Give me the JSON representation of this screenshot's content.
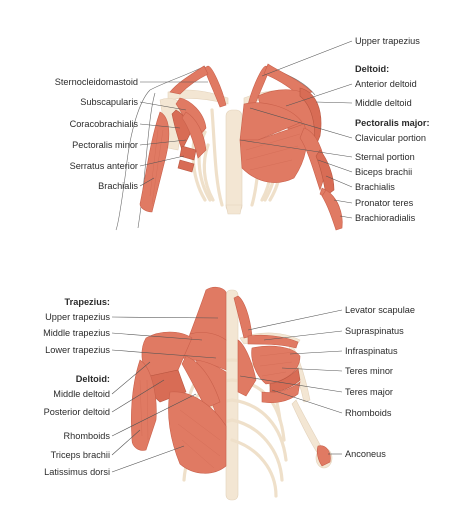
{
  "anterior": {
    "left": {
      "sternocleidomastoid": "Sternocleidomastoid",
      "subscapularis": "Subscapularis",
      "coracobrachialis": "Coracobrachialis",
      "pectoralis_minor": "Pectoralis minor",
      "serratus_anterior": "Serratus anterior",
      "brachialis": "Brachialis"
    },
    "right": {
      "upper_trapezius": "Upper trapezius",
      "deltoid_heading": "Deltoid:",
      "anterior_deltoid": "Anterior deltoid",
      "middle_deltoid": "Middle deltoid",
      "pectoralis_heading": "Pectoralis major:",
      "clavicular_portion": "Clavicular portion",
      "sternal_portion": "Sternal portion",
      "biceps_brachii": "Biceps brachii",
      "brachialis": "Brachialis",
      "pronator_teres": "Pronator teres",
      "brachioradialis": "Brachioradialis"
    }
  },
  "posterior": {
    "left": {
      "trapezius_heading": "Trapezius:",
      "upper_trapezius": "Upper trapezius",
      "middle_trapezius": "Middle trapezius",
      "lower_trapezius": "Lower trapezius",
      "deltoid_heading": "Deltoid:",
      "middle_deltoid": "Middle deltoid",
      "posterior_deltoid": "Posterior deltoid",
      "rhomboids": "Rhomboids",
      "triceps_brachii": "Triceps brachii",
      "latissimus_dorsi": "Latissimus dorsi"
    },
    "right": {
      "levator_scapulae": "Levator scapulae",
      "supraspinatus": "Supraspinatus",
      "infraspinatus": "Infraspinatus",
      "teres_minor": "Teres minor",
      "teres_major": "Teres major",
      "rhomboids": "Rhomboids",
      "anconeus": "Anconeus"
    }
  },
  "colors": {
    "muscle": "#e07a63",
    "muscle_dark": "#c9604b",
    "bone": "#f3e6d3",
    "leader": "#555555",
    "text": "#2b2b2b"
  }
}
